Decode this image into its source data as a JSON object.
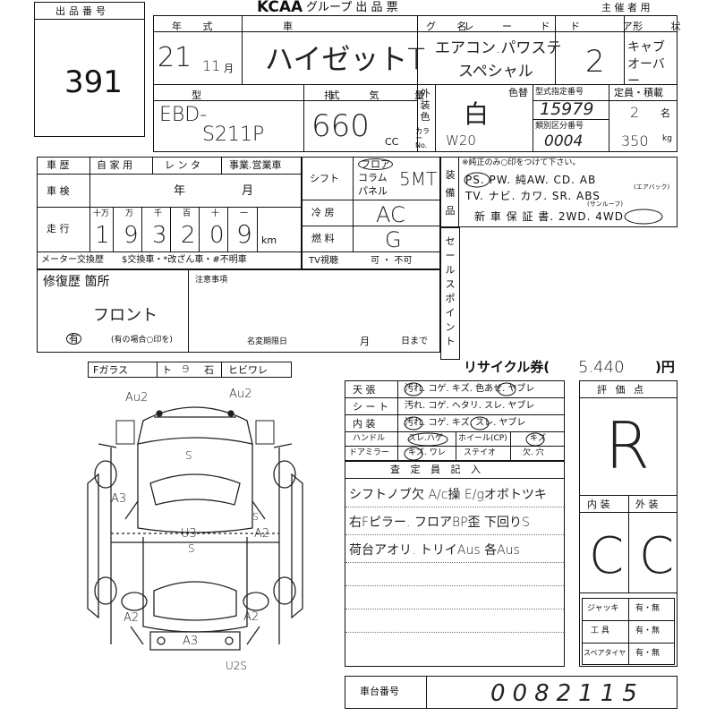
{
  "header": {
    "logo": "KCAA",
    "group_title": "グループ 出 品 票",
    "organizer_label": "主 催 者 用"
  },
  "lot": {
    "label": "出品番号",
    "number": "391"
  },
  "vehicle": {
    "year_label": "年 式",
    "year": "21",
    "month": "11",
    "month_unit": "月",
    "name_label": "車 名",
    "name": "ハイゼットT",
    "grade_label": "グ レ ー ド",
    "grade_line1": "エアコン.パワステ",
    "grade_line2": "スペシャル",
    "door_label": "ド ア",
    "doors": "2",
    "shape_label": "形 状",
    "shape": "キャブオーバー",
    "model_label": "型 式",
    "model_line1": "EBD-",
    "model_line2": "S211P",
    "displacement_label": "排 気 量",
    "displacement": "660",
    "displacement_unit": "CC",
    "exterior_color_label": "外装色",
    "color_label": "色替",
    "color_no_label": "カラーNo.",
    "color": "白",
    "color_no": "W20",
    "type_designation_label": "型式指定番号",
    "type_designation": "15979",
    "category_label": "類別区分番号",
    "category": "0004",
    "capacity_label": "定員・積載",
    "capacity": "2",
    "capacity_unit": "名",
    "load": "350",
    "load_unit": "kg"
  },
  "history": {
    "label": "車 歴",
    "options": [
      "自 家 用",
      "レ ン タ",
      "事業.営業車"
    ],
    "inspection_label": "車 検",
    "inspection_year": "年",
    "inspection_month": "月",
    "mileage_label": "走 行",
    "digit_headers": [
      "十万",
      "万",
      "千",
      "百",
      "十",
      "一"
    ],
    "digits": [
      "1",
      "9",
      "3",
      "2",
      "0",
      "9"
    ],
    "km": "km",
    "meter_label": "メーター交換歴",
    "meter_options": "$交換車・*改ざん車・#不明車"
  },
  "specs": {
    "shift_label": "シフト",
    "shift_options": [
      "フロア",
      "コラム",
      "パネル"
    ],
    "shift_value": "5MT",
    "aircon_label": "冷 房",
    "aircon_value": "AC",
    "fuel_label": "燃 料",
    "fuel_value": "G",
    "tv_label": "TV視聴",
    "tv_options": "可 ・ 不可"
  },
  "equipment": {
    "label": "装備品",
    "note": "※純正のみ○印をつけて下さい。",
    "line1": "PS. PW. 純AW. CD. AB",
    "ab_sub": "(エアバック)",
    "line2": "TV. ナビ. カワ. SR. ABS",
    "sr_sub": "(サンルーフ)",
    "line3": "新 車 保 証 書. 2WD. 4WD",
    "sales_label": "セールスポイント"
  },
  "repair": {
    "label": "修復歴 箇所",
    "value": "フロント",
    "has_label": "有",
    "has_note": "(有の場合○印を)",
    "notes_label": "注意事項",
    "name_change_label": "名変期限日",
    "month": "月",
    "day_until": "日まで"
  },
  "glass": {
    "items": [
      "Fガラス",
      "ト",
      "石",
      "ヒビワレ"
    ]
  },
  "diagram_marks": [
    "Au2",
    "Au2",
    "S",
    "A3",
    "S",
    "A2",
    "U3",
    "S",
    "A2",
    "A2",
    "A3",
    "U2S"
  ],
  "recycle": {
    "label": "リサイクル券(",
    "value": "5.440",
    "suffix": ")円"
  },
  "interior_check": [
    {
      "label": "天 張",
      "options": "汚れ. コゲ. キズ. 色あせ. ヤブレ"
    },
    {
      "label": "シ ー ト",
      "options": "汚れ. コゲ. ヘタリ. スレ. ヤブレ"
    },
    {
      "label": "内 装",
      "options": "汚れ. コゲ. キズ. スレ. ヤブレ"
    },
    {
      "label": "ハンドル",
      "options": "スレ.ハゲ",
      "extra_label": "ホイール(CP)",
      "extra": "キズ"
    },
    {
      "label": "ドアミラー",
      "options": "キズ. ワレ",
      "extra_label": "ステイオ",
      "extra": "欠. 穴"
    }
  ],
  "inspector": {
    "label": "査 定 員 記 入",
    "line1": "シフトノブ欠 A/c操 E/gオボトツキ",
    "line2": "右Fピラー. フロアBP歪 下回りS",
    "line3": "荷台アオリ. トリイAus 各Aus"
  },
  "rating": {
    "label": "評 価 点",
    "score": "R",
    "interior_label": "内 装",
    "exterior_label": "外 装",
    "interior": "C",
    "exterior": "C"
  },
  "tools": [
    {
      "label": "ジャッキ",
      "value": "有・無"
    },
    {
      "label": "工 具",
      "value": "有・無"
    },
    {
      "label": "スペアタイヤ",
      "value": "有・無"
    }
  ],
  "chassis": {
    "label": "車台番号",
    "number": "0082115"
  }
}
